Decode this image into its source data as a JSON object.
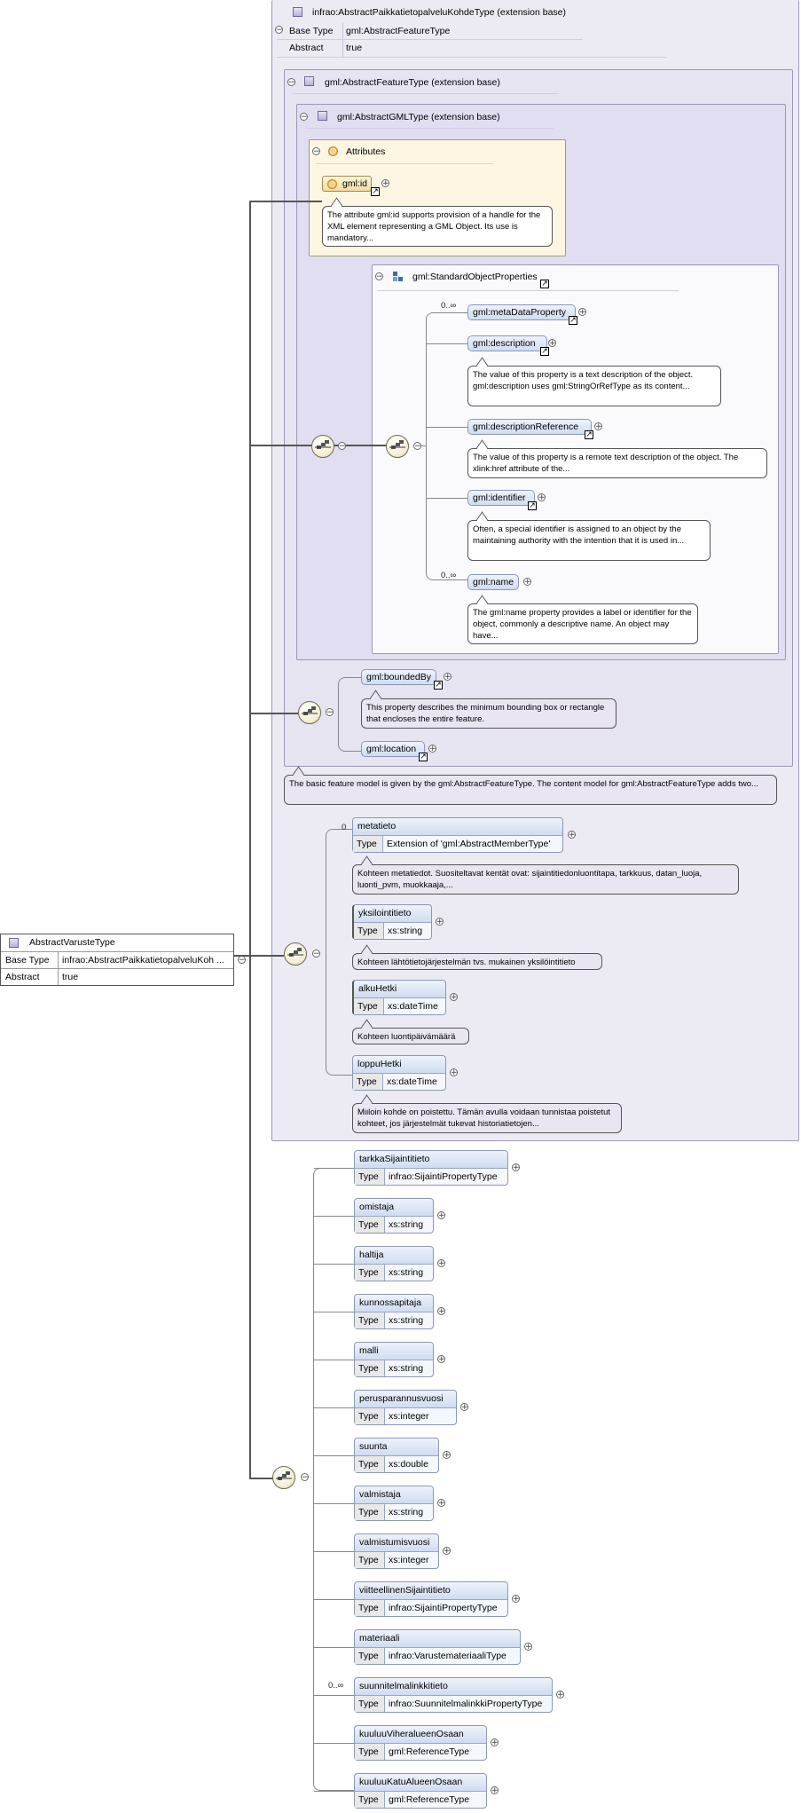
{
  "root": {
    "name": "AbstractVarusteType",
    "base_type_key": "Base Type",
    "base_type": "infrao:AbstractPaikkatietopalveluKoh ...",
    "abstract_key": "Abstract",
    "abstract": "true"
  },
  "ext_base1": {
    "title": "infrao:AbstractPaikkatietopalveluKohdeType (extension base)",
    "base_type_key": "Base Type",
    "base_type": "gml:AbstractFeatureType",
    "abstract_key": "Abstract",
    "abstract": "true"
  },
  "ext_base2": {
    "title": "gml:AbstractFeatureType (extension base)",
    "doc": "The basic feature model is given by the gml:AbstractFeatureType. The content model for gml:AbstractFeatureType adds two..."
  },
  "ext_base3": {
    "title": "gml:AbstractGMLType (extension base)"
  },
  "attributes": {
    "title": "Attributes",
    "gml_id": "gml:id",
    "gml_id_doc": "The attribute gml:id supports provision of a handle for the XML element representing a GML Object. Its use is mandatory..."
  },
  "std_props": {
    "title": "gml:StandardObjectProperties",
    "items": [
      {
        "name": "gml:metaDataProperty",
        "occ": "0..∞",
        "doc": ""
      },
      {
        "name": "gml:description",
        "occ": "",
        "doc": "The value of this property is a text description of the object. gml:description uses gml:StringOrRefType as its content..."
      },
      {
        "name": "gml:descriptionReference",
        "occ": "",
        "doc": "The value of this property is a remote text description of the object. The xlink:href attribute of the..."
      },
      {
        "name": "gml:identifier",
        "occ": "",
        "doc": "Often, a special identifier is assigned to an object by the maintaining authority with the intention that it is used in..."
      },
      {
        "name": "gml:name",
        "occ": "0..∞",
        "doc": "The gml:name property provides a label or identifier for the object, commonly a descriptive name. An object may have..."
      }
    ]
  },
  "bounded": {
    "name": "gml:boundedBy",
    "doc": "This property describes the minimum bounding box or rectangle that encloses the entire feature.",
    "location": "gml:location"
  },
  "type_key": "Type",
  "paikka": [
    {
      "name": "metatieto",
      "occ": "0",
      "type": "Extension of 'gml:AbstractMemberType'",
      "doc": "Kohteen metatiedot. Suositeltavat kentät ovat: sijaintitiedonluontitapa, tarkkuus, datan_luoja, luonti_pvm, muokkaaja,..."
    },
    {
      "name": "yksilointitieto",
      "occ": "",
      "type": "xs:string",
      "doc": "Kohteen lähtötietojärjestelmän tvs. mukainen yksilöintitieto"
    },
    {
      "name": "alkuHetki",
      "occ": "",
      "type": "xs:dateTime",
      "doc": "Kohteen luontipäivämäärä"
    },
    {
      "name": "loppuHetki",
      "occ": "",
      "type": "xs:dateTime",
      "doc": "Milloin kohde on poistettu. Tämän avulla voidaan tunnistaa poistetut kohteet, jos järjestelmät tukevat historiatietojen..."
    }
  ],
  "varuste": [
    {
      "name": "tarkkaSijaintitieto",
      "occ": "",
      "type": "infrao:SijaintiPropertyType"
    },
    {
      "name": "omistaja",
      "occ": "",
      "type": "xs:string"
    },
    {
      "name": "haltija",
      "occ": "",
      "type": "xs:string"
    },
    {
      "name": "kunnossapitaja",
      "occ": "",
      "type": "xs:string"
    },
    {
      "name": "malli",
      "occ": "",
      "type": "xs:string"
    },
    {
      "name": "perusparannusvuosi",
      "occ": "",
      "type": "xs:integer"
    },
    {
      "name": "suunta",
      "occ": "",
      "type": "xs:double"
    },
    {
      "name": "valmistaja",
      "occ": "",
      "type": "xs:string"
    },
    {
      "name": "valmistumisvuosi",
      "occ": "",
      "type": "xs:integer"
    },
    {
      "name": "viitteellinenSijaintitieto",
      "occ": "",
      "type": "infrao:SijaintiPropertyType"
    },
    {
      "name": "materiaali",
      "occ": "",
      "type": "infrao:VarustemateriaaliType"
    },
    {
      "name": "suunnitelmalinkkitieto",
      "occ": "0..∞",
      "type": "infrao:SuunnitelmalinkkiPropertyType"
    },
    {
      "name": "kuuluuViheralueenOsaan",
      "occ": "",
      "type": "gml:ReferenceType"
    },
    {
      "name": "kuuluuKatuAlueenOsaan",
      "occ": "",
      "type": "gml:ReferenceType"
    }
  ]
}
